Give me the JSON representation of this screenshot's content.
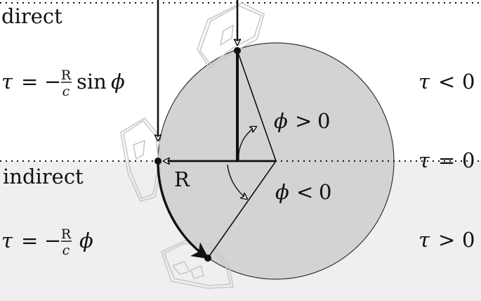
{
  "regions": {
    "direct": {
      "label": "direct"
    },
    "indirect": {
      "label": "indirect"
    }
  },
  "equations": {
    "direct": {
      "lhs": "τ",
      "eq": "=",
      "minus": "−",
      "frac_num": "R",
      "frac_den": "c",
      "fn": "sin",
      "var": "ϕ"
    },
    "indirect": {
      "lhs": "τ",
      "eq": "=",
      "minus": "−",
      "frac_num": "R",
      "frac_den": "c",
      "var": "ϕ"
    }
  },
  "conditions": {
    "top": {
      "sym": "τ",
      "op": "<",
      "val": "0"
    },
    "mid": {
      "sym": "τ",
      "op": "=",
      "val": "0"
    },
    "bot": {
      "sym": "τ",
      "op": ">",
      "val": "0"
    }
  },
  "angles": {
    "positive": {
      "sym": "ϕ",
      "op": ">",
      "val": "0"
    },
    "negative": {
      "sym": "ϕ",
      "op": "<",
      "val": "0"
    }
  },
  "radius_label": "R",
  "colors": {
    "background": "#ffffff",
    "indirect_region": "#efefef",
    "circle_fill": "#d3d3d3",
    "ink": "#111111",
    "sketch": "#c8c8c8"
  }
}
